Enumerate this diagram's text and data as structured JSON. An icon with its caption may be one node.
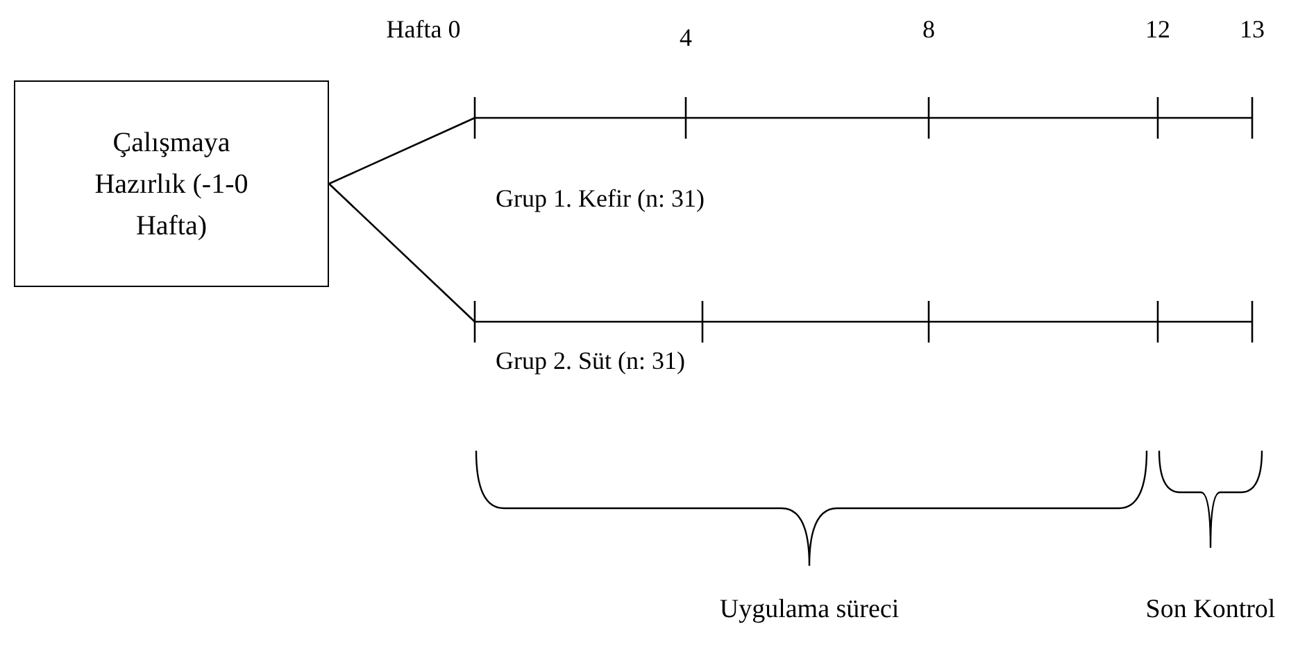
{
  "diagram": {
    "nodes": [
      {
        "text": [
          "Çalışmaya Hazırlık (-1-0 Hafta)"
        ]
      },
      {
        "text": [
          "Grup 1. Kefir (n: 31)"
        ]
      },
      {
        "text": [
          "Grup 2. Süt (n: 31)"
        ]
      }
    ],
    "edges": [
      {
        "from": 0,
        "to": 1,
        "arrow": "none"
      },
      {
        "from": 0,
        "to": 2,
        "arrow": "none"
      }
    ],
    "labels": [
      "Hafta 0",
      "4",
      "8",
      "12",
      "13",
      "Uygulama süreci",
      "Son Kontrol"
    ]
  }
}
